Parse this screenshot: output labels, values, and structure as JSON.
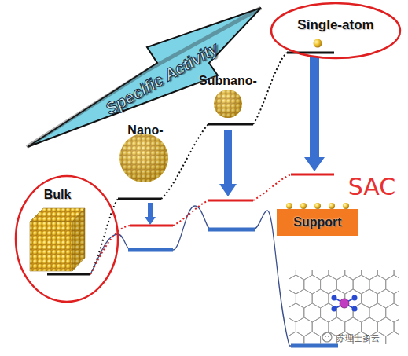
{
  "diagram": {
    "nodes": [
      {
        "text": [
          "Specific Activity"
        ]
      },
      {
        "text": [
          "Single-atom"
        ]
      },
      {
        "text": [
          "Bulk"
        ]
      },
      {
        "text": [
          "Support"
        ]
      }
    ],
    "labels": [
      "Nano-",
      "Subnano-",
      "SAC",
      "苏理士多云"
    ]
  }
}
